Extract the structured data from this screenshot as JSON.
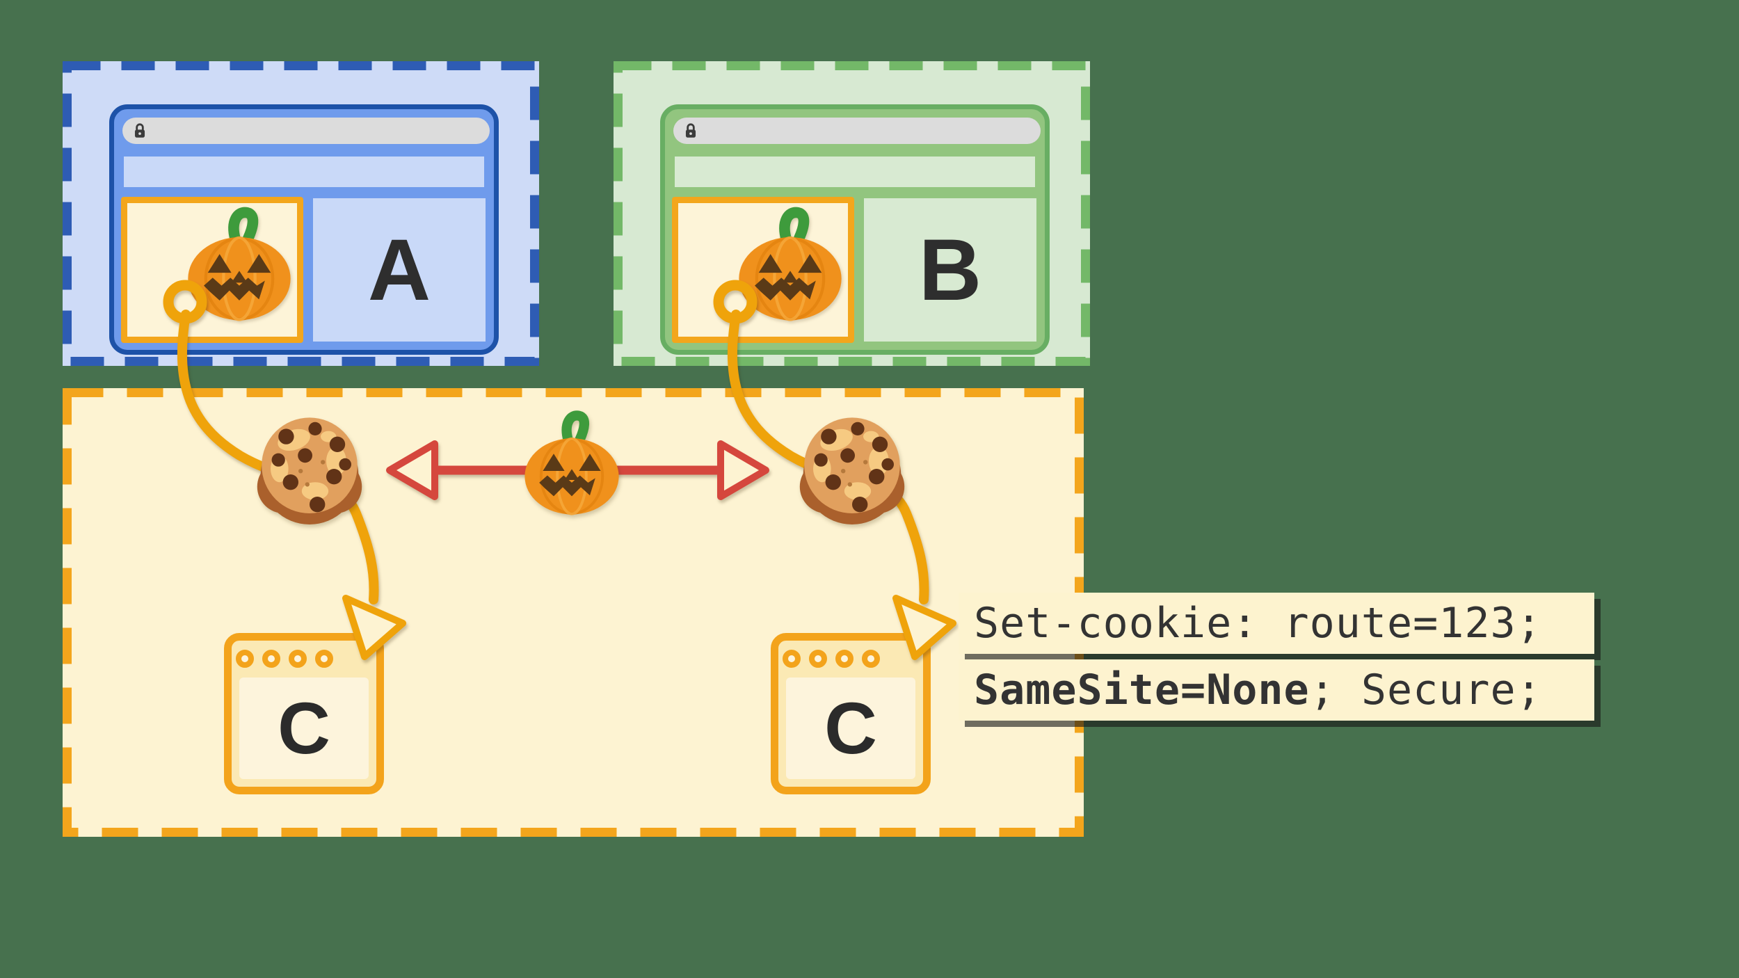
{
  "canvas": {
    "background": "#47714e"
  },
  "site_a": {
    "letter": "A",
    "box_fill": "#cedbf7",
    "dash_color": "#2e5cb4",
    "window_fill": "#6f9bec",
    "window_border": "#1d52a8"
  },
  "site_b": {
    "letter": "B",
    "box_fill": "#d7e9d2",
    "dash_color": "#73b868",
    "window_fill": "#92c57f",
    "window_border": "#68ae63"
  },
  "third_party": {
    "box_fill": "#fdf3d2",
    "dash_color": "#f3a51c",
    "left_window_letter": "C",
    "right_window_letter": "C"
  },
  "code_callout": {
    "line1": "Set-cookie: route=123;",
    "line2_bold": "SameSite=None",
    "line2_rest": "; Secure;",
    "box_fill": "#fdf3cf",
    "text_color": "#333333"
  },
  "palette": {
    "connector_orange": "#efa30b",
    "arrow_red": "#d5473d",
    "iframe_border": "#f3a61c",
    "address_bar": "#dcdcdc"
  },
  "icons": {
    "address_bar": "lock-icon",
    "iframe_content": "pumpkin-icon",
    "shared_tracker": "pumpkin-icon",
    "cookie": "cookie-icon"
  }
}
